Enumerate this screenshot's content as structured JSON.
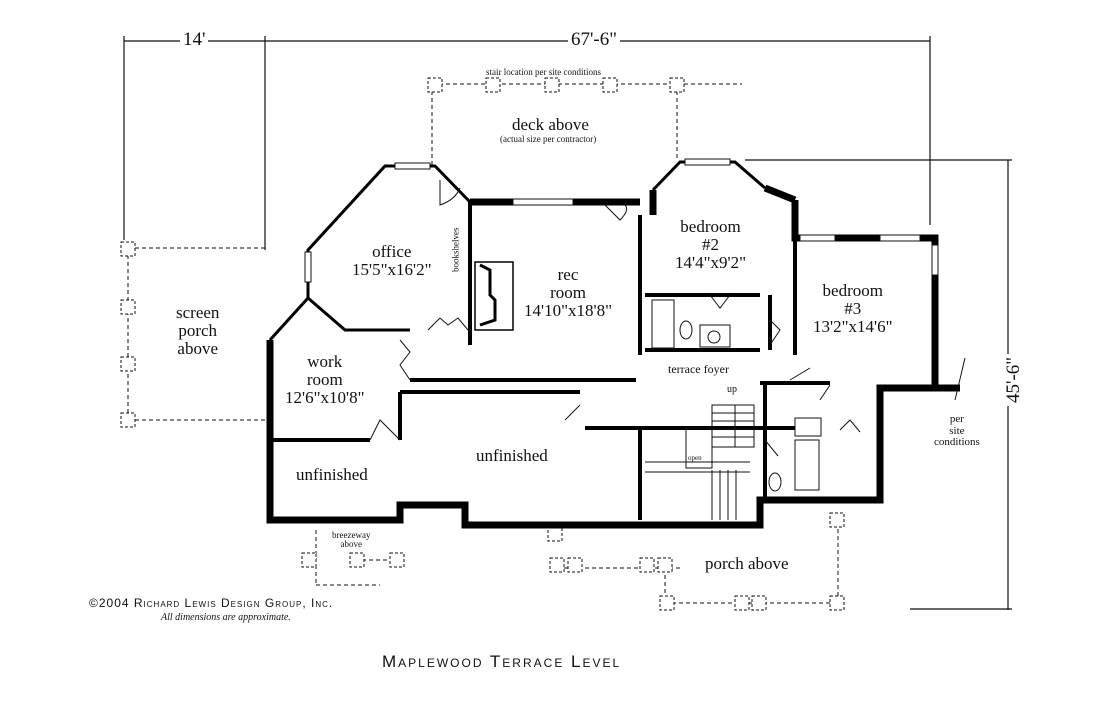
{
  "dimensions": {
    "left_width": "14'",
    "overall_width": "67'-6\"",
    "overall_depth": "45'-6\""
  },
  "rooms": {
    "office": {
      "name": "office",
      "size": "15'5\"x16'2\""
    },
    "rec_room": {
      "name_line1": "rec",
      "name_line2": "room",
      "size": "14'10\"x18'8\""
    },
    "bedroom2": {
      "name_line1": "bedroom",
      "name_line2": "#2",
      "size": "14'4\"x9'2\""
    },
    "bedroom3": {
      "name_line1": "bedroom",
      "name_line2": "#3",
      "size": "13'2\"x14'6\""
    },
    "work_room": {
      "name_line1": "work",
      "name_line2": "room",
      "size": "12'6\"x10'8\""
    },
    "unfinished_left": {
      "name": "unfinished"
    },
    "unfinished_center": {
      "name": "unfinished"
    },
    "terrace_foyer": {
      "name": "terrace foyer"
    }
  },
  "annotations": {
    "deck_above": "deck above",
    "deck_note": "(actual size per contractor)",
    "stair_note": "stair location per site conditions",
    "screen_porch": [
      "screen",
      "porch",
      "above"
    ],
    "porch_above": "porch above",
    "breezeway": [
      "breezeway",
      "above"
    ],
    "bookshelves": "bookshelves",
    "stair_up": "up",
    "open": "open",
    "per_site": [
      "per",
      "site",
      "conditions"
    ]
  },
  "footer": {
    "copyright": "©2004 Richard Lewis Design Group, Inc.",
    "disclaimer": "All dimensions are approximate.",
    "plan_title": "Maplewood Terrace Level"
  }
}
